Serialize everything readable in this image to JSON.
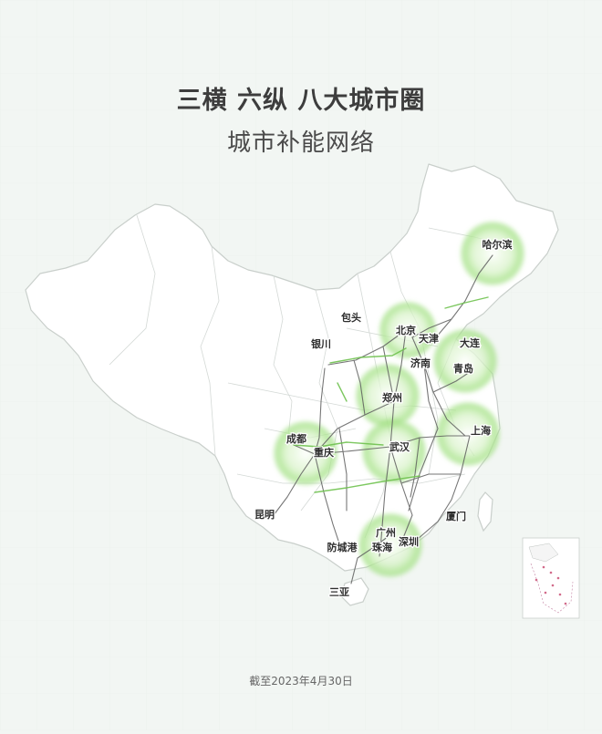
{
  "title": "三横 六纵 八大城市圈",
  "subtitle": "城市补能网络",
  "footnote": "截至2023年4月30日",
  "colors": {
    "background": "#f2f6f3",
    "land": "#ffffff",
    "border": "#c9cfcb",
    "route_main": "#5a5a5a",
    "route_green": "#6fc24f",
    "halo": "#8ed86a"
  },
  "cities": [
    {
      "id": "harbin",
      "label": "哈尔滨"
    },
    {
      "id": "beijing",
      "label": "北京"
    },
    {
      "id": "tianjin",
      "label": "天津"
    },
    {
      "id": "dalian",
      "label": "大连"
    },
    {
      "id": "baotou",
      "label": "包头"
    },
    {
      "id": "yinchuan",
      "label": "银川"
    },
    {
      "id": "jinan",
      "label": "济南"
    },
    {
      "id": "qingdao",
      "label": "青岛"
    },
    {
      "id": "zhengzhou",
      "label": "郑州"
    },
    {
      "id": "shanghai",
      "label": "上海"
    },
    {
      "id": "chengdu",
      "label": "成都"
    },
    {
      "id": "chongqing",
      "label": "重庆"
    },
    {
      "id": "wuhan",
      "label": "武汉"
    },
    {
      "id": "kunming",
      "label": "昆明"
    },
    {
      "id": "guangzhou",
      "label": "广州"
    },
    {
      "id": "xiamen",
      "label": "厦门"
    },
    {
      "id": "fangchenggang",
      "label": "防城港"
    },
    {
      "id": "zhuhai",
      "label": "珠海"
    },
    {
      "id": "shenzhen",
      "label": "深圳"
    },
    {
      "id": "sanya",
      "label": "三亚"
    }
  ],
  "city_circles": [
    {
      "id": "harbin",
      "name": "哈尔滨"
    },
    {
      "id": "beijing",
      "name": "北京"
    },
    {
      "id": "dalian",
      "name": "大连"
    },
    {
      "id": "zhengzhou",
      "name": "郑州"
    },
    {
      "id": "shanghai",
      "name": "上海"
    },
    {
      "id": "chengdu",
      "name": "成都"
    },
    {
      "id": "wuhan",
      "name": "武汉"
    },
    {
      "id": "guangzhou",
      "name": "广州"
    }
  ]
}
